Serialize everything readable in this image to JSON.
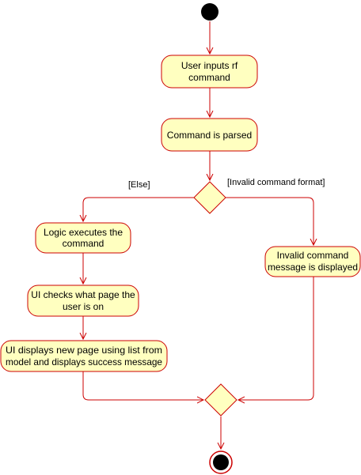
{
  "diagram": {
    "type": "uml-activity",
    "colors": {
      "stroke": "#cc0000",
      "fill": "#ffffc0",
      "start": "#000000",
      "background": "#ffffff"
    },
    "actions": {
      "user_inputs": {
        "line1": "User inputs rf",
        "line2": "command"
      },
      "command_parsed": {
        "line1": "Command is parsed"
      },
      "logic_executes": {
        "line1": "Logic executes the",
        "line2": "command"
      },
      "ui_checks": {
        "line1": "UI checks what page the",
        "line2": "user is on"
      },
      "ui_displays": {
        "line1": "UI displays new page using list from",
        "line2": "model and displays success message"
      },
      "invalid_message": {
        "line1": "Invalid command",
        "line2": "message is displayed"
      }
    },
    "guards": {
      "else": "[Else]",
      "invalid_format": "[Invalid command format]"
    }
  }
}
